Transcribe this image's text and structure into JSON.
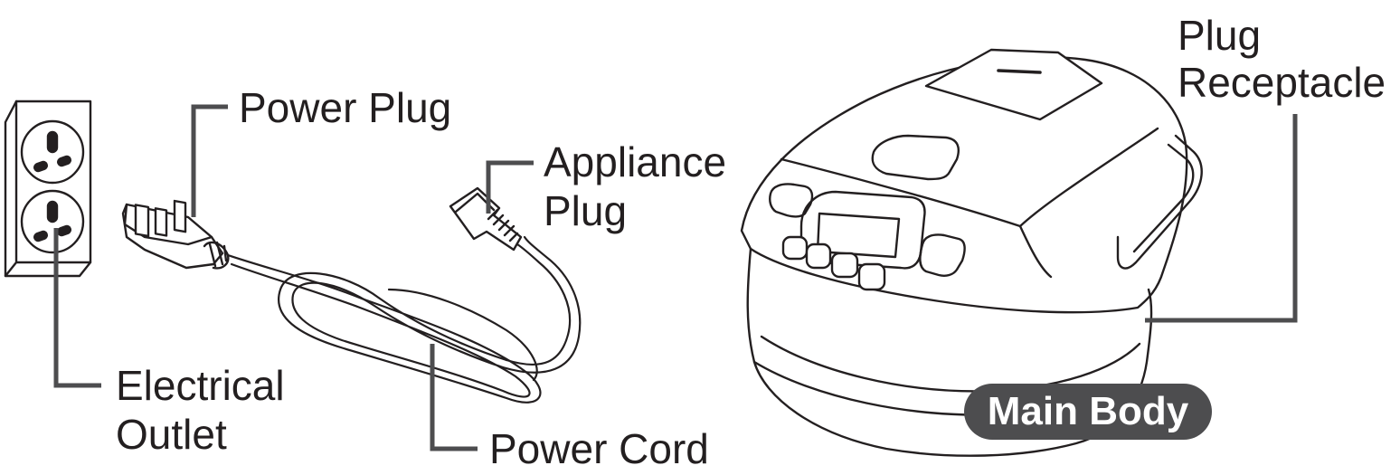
{
  "labels": {
    "power_plug": "Power Plug",
    "appliance_plug": [
      "Appliance",
      "Plug"
    ],
    "electrical_outlet": [
      "Electrical",
      "Outlet"
    ],
    "power_cord": "Power Cord",
    "plug_receptacle": [
      "Plug",
      "Receptacle"
    ],
    "main_body": "Main Body"
  },
  "colors": {
    "ink": "#231f20",
    "leader": "#4d4d4f",
    "badge_bg": "#4d4d4f",
    "badge_text": "#ffffff"
  }
}
